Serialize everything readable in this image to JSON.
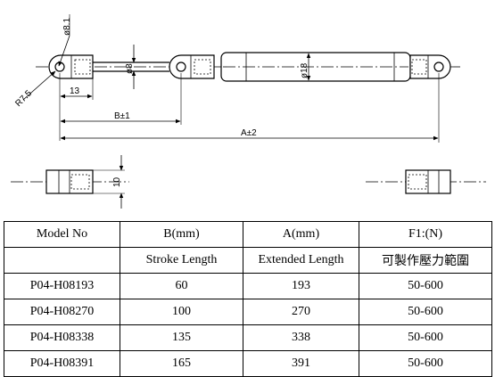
{
  "drawing": {
    "dimensions": {
      "phi8_rod_end": "ø8.1",
      "radius": "R7.5",
      "thirteen": "13",
      "phi8_rod": "ø8",
      "phi18_body": "ø18",
      "b_tol": "B±1",
      "a_tol": "A±2",
      "ten": "10"
    }
  },
  "table": {
    "header": [
      "Model No",
      "B(mm)",
      "A(mm)",
      "F1:(N)"
    ],
    "subheader": [
      "",
      "Stroke Length",
      "Extended Length",
      "可製作壓力範圍"
    ],
    "rows": [
      [
        "P04-H08193",
        "60",
        "193",
        "50-600"
      ],
      [
        "P04-H08270",
        "100",
        "270",
        "50-600"
      ],
      [
        "P04-H08338",
        "135",
        "338",
        "50-600"
      ],
      [
        "P04-H08391",
        "165",
        "391",
        "50-600"
      ]
    ]
  }
}
